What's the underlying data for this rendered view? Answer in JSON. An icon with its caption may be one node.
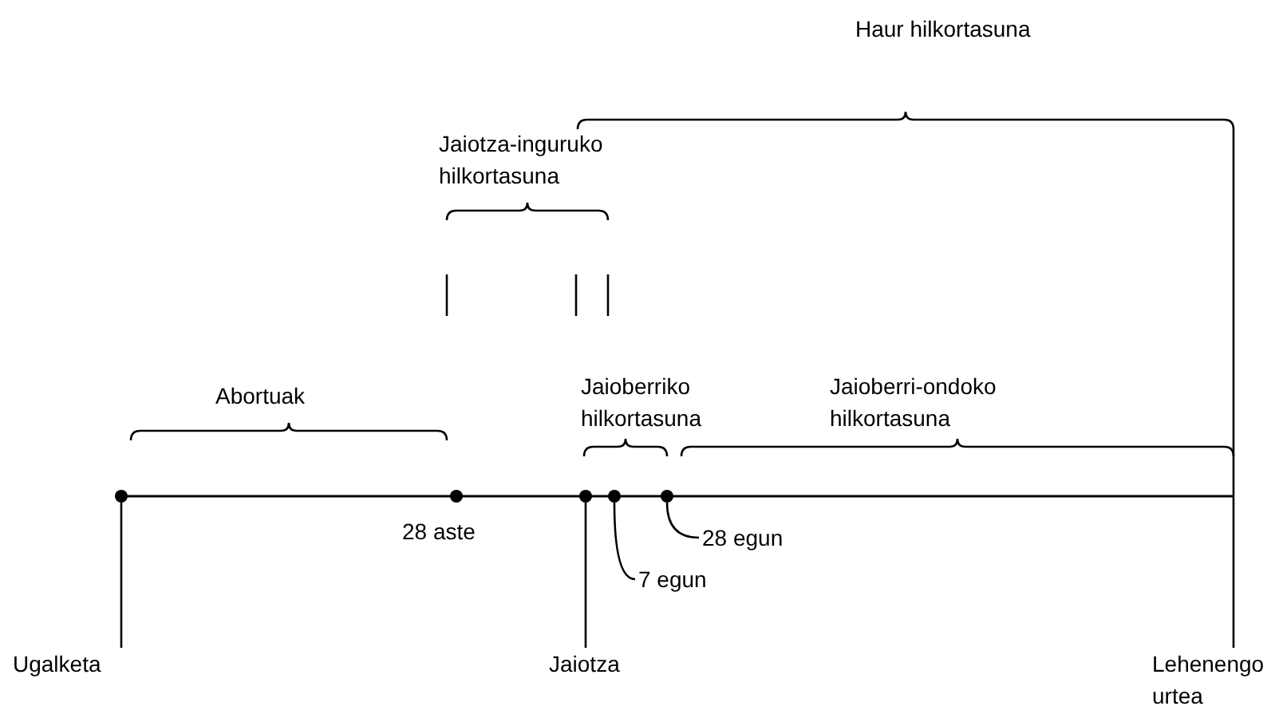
{
  "diagram": {
    "nodes": [
      {
        "text": [
          "Ugalketa"
        ]
      },
      {
        "text": [
          "Jaiotza"
        ]
      },
      {
        "text": [
          "7 egun"
        ]
      },
      {
        "text": [
          "28 egun"
        ]
      },
      {
        "text": [
          "Lehenengo urtea"
        ]
      },
      {
        "text": [],
        "shape": "circle"
      },
      {
        "text": [],
        "shape": "circle"
      },
      {
        "text": [],
        "shape": "circle"
      },
      {
        "text": [],
        "shape": "circle"
      },
      {
        "text": [],
        "shape": "circle"
      }
    ],
    "edges": [
      {
        "from": 0,
        "to": 5,
        "arrow": "none"
      },
      {
        "from": 1,
        "to": 7,
        "arrow": "none"
      },
      {
        "from": 2,
        "to": 8,
        "arrow": "none"
      },
      {
        "from": 3,
        "to": 9,
        "arrow": "none"
      },
      {
        "from": 4,
        "to": null,
        "arrow": "none"
      }
    ],
    "labels": [
      "Haur hilkortasuna",
      "Jaiotza-inguruko hilkortasuna",
      "Jaioberriko hilkortasuna",
      "Jaioberri-ondoko hilkortasuna",
      "Abortuak",
      "28 aste"
    ]
  }
}
